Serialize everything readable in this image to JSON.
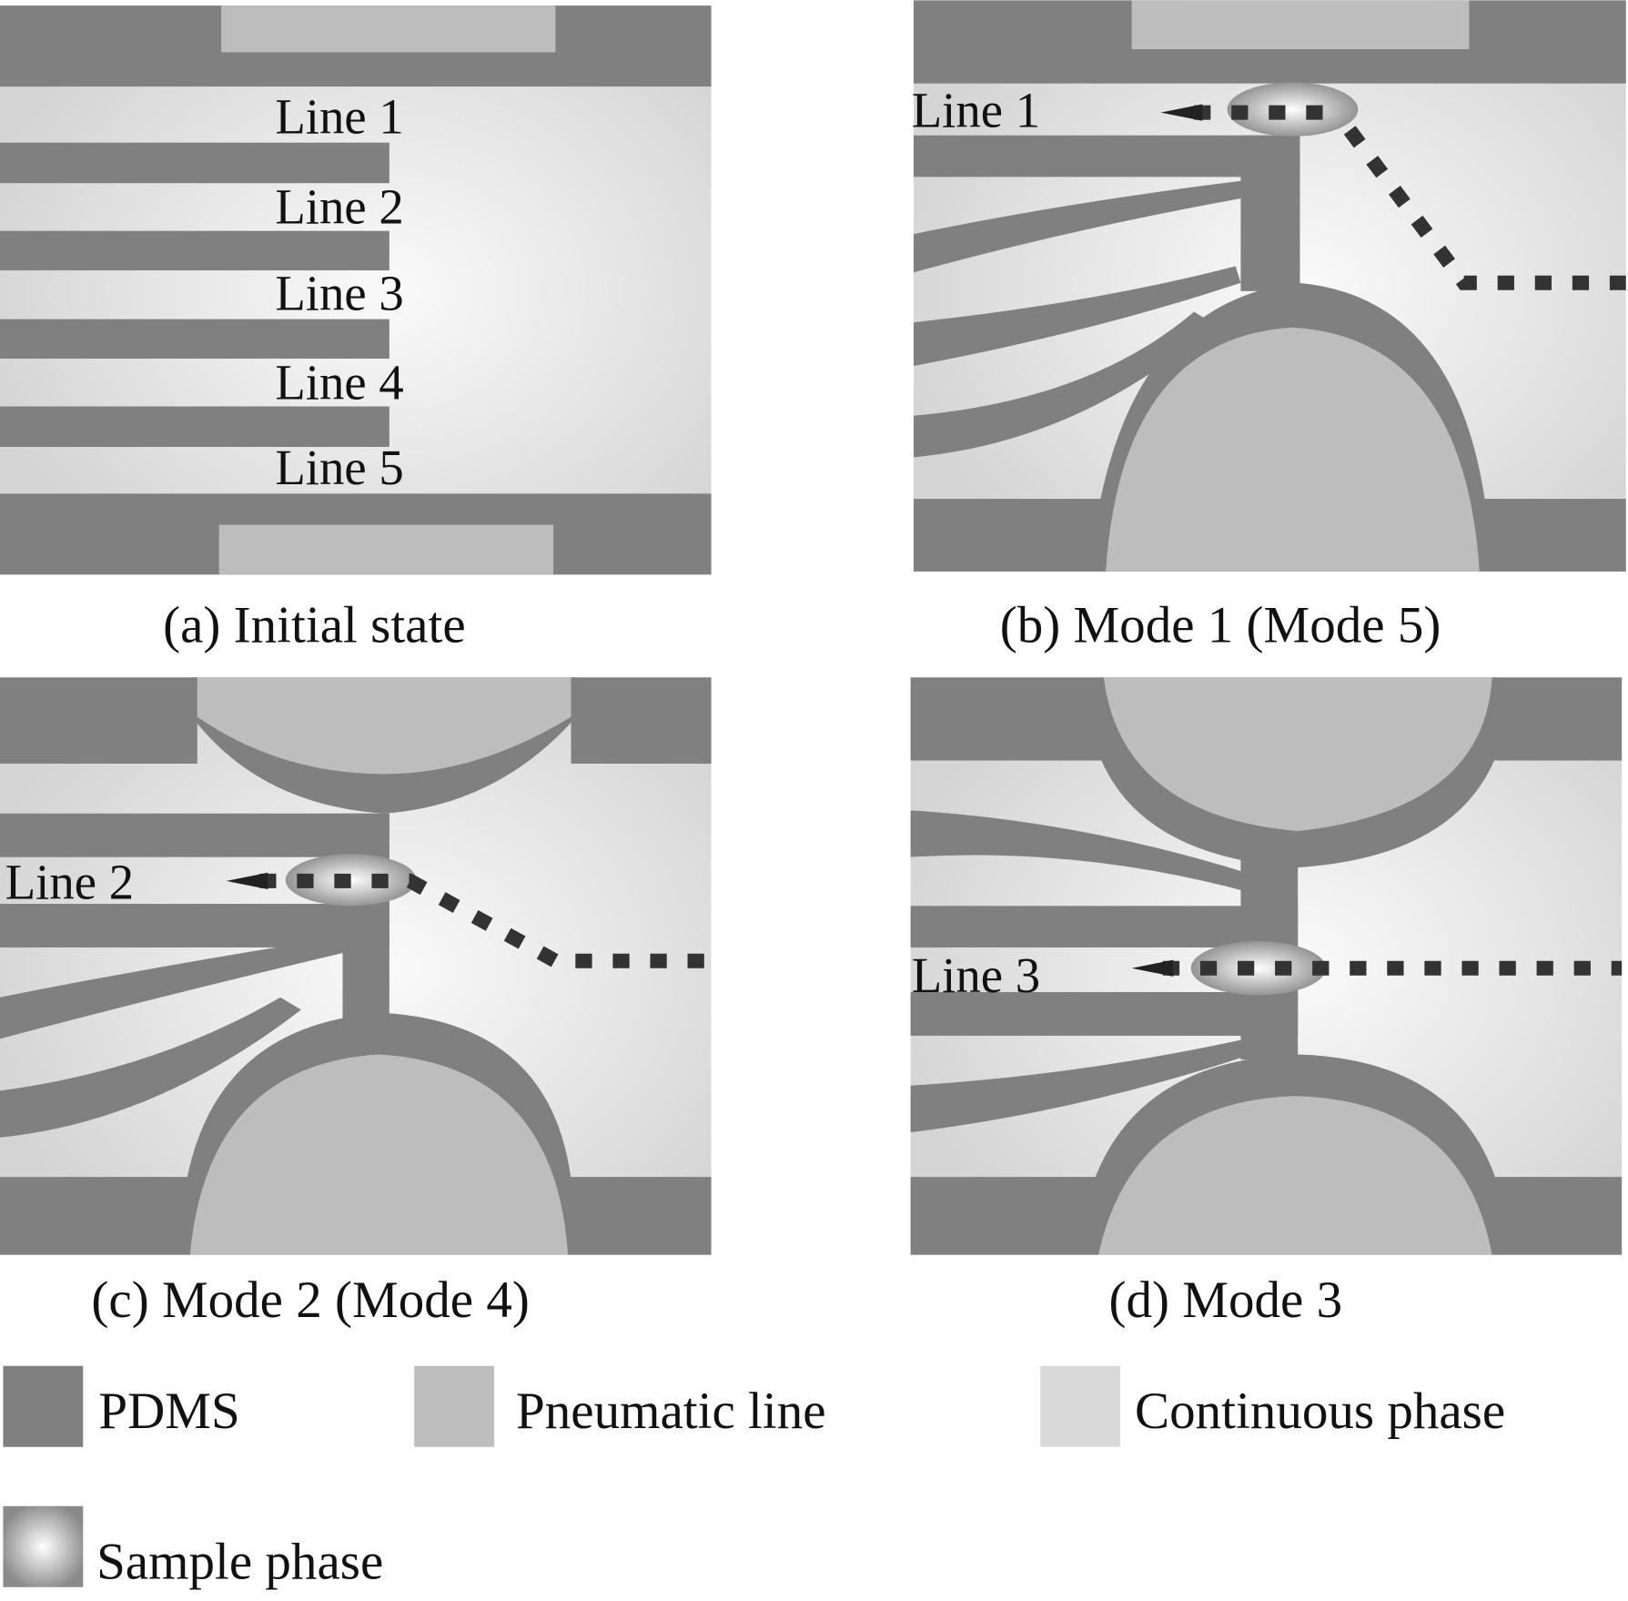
{
  "colors": {
    "pdms": "#808080",
    "pneumatic": "#bdbdbd",
    "continuous": "#d9d9d9",
    "sample_dash": "#333333"
  },
  "panel_a": {
    "caption": "(a) Initial state",
    "lines": [
      "Line 1",
      "Line 2",
      "Line 3",
      "Line 4",
      "Line 5"
    ]
  },
  "panel_b": {
    "caption": "(b) Mode 1 (Mode 5)",
    "line_label": "Line 1"
  },
  "panel_c": {
    "caption": "(c) Mode 2 (Mode 4)",
    "line_label": "Line 2"
  },
  "panel_d": {
    "caption": "(d) Mode 3",
    "line_label": "Line 3"
  },
  "legend": [
    {
      "label": "PDMS"
    },
    {
      "label": "Pneumatic line"
    },
    {
      "label": "Continuous phase"
    },
    {
      "label": "Sample phase"
    }
  ]
}
